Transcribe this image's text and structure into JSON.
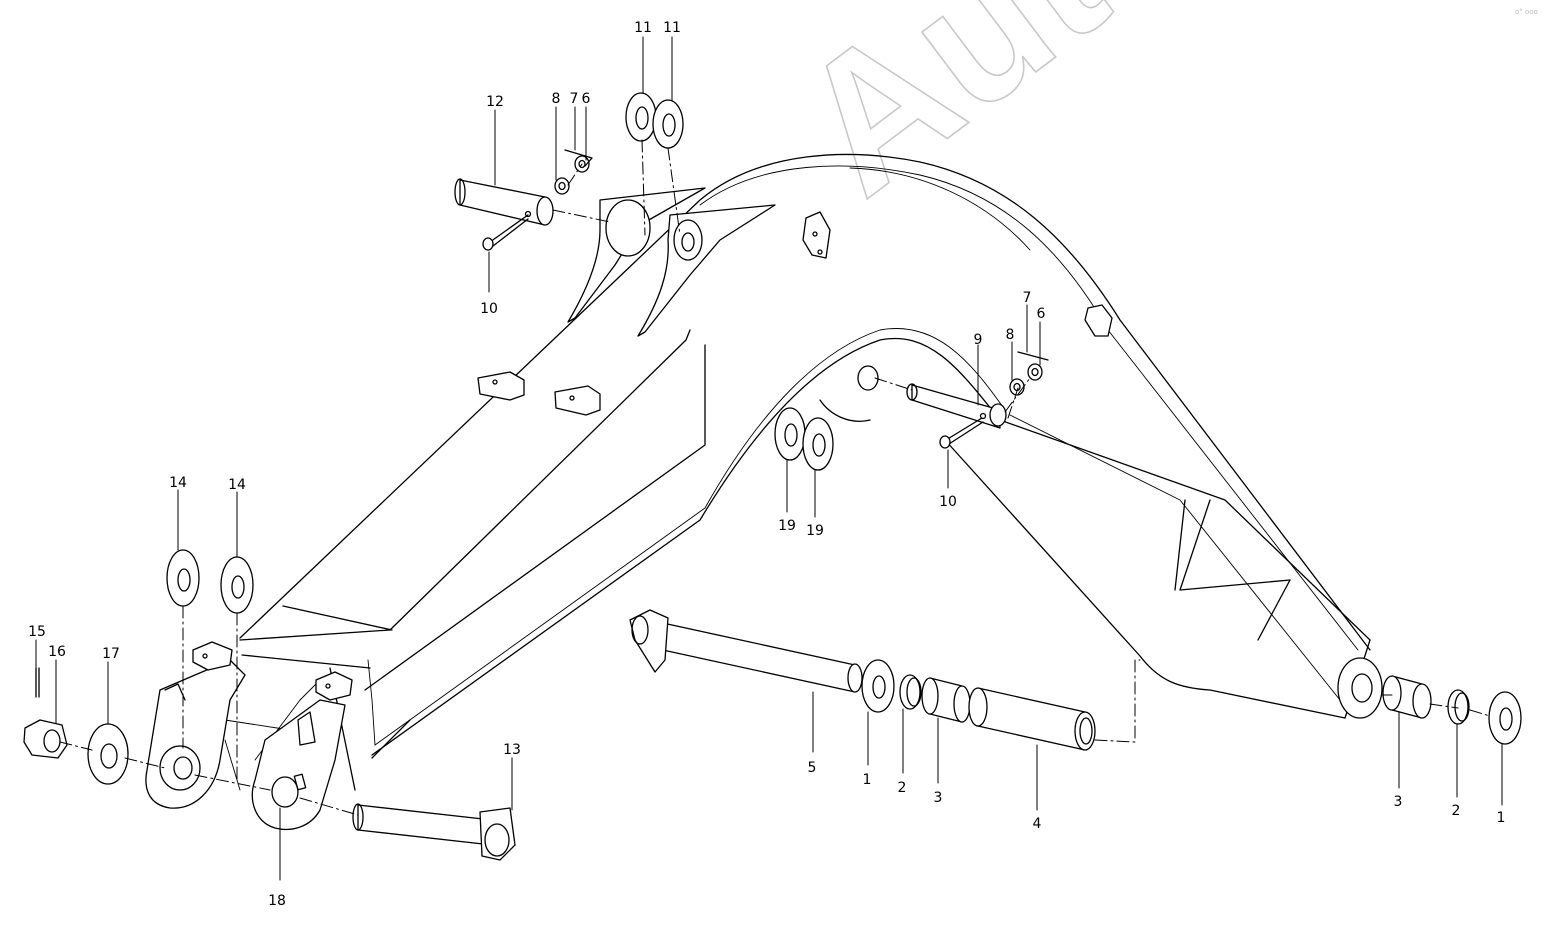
{
  "watermark": "AutoSoft",
  "corner_mark": "o° ooo",
  "callouts": [
    {
      "id": "c12",
      "text": "12"
    },
    {
      "id": "c8a",
      "text": "8"
    },
    {
      "id": "c7a",
      "text": "7"
    },
    {
      "id": "c6a",
      "text": "6"
    },
    {
      "id": "c11a",
      "text": "11"
    },
    {
      "id": "c11b",
      "text": "11"
    },
    {
      "id": "c10a",
      "text": "10"
    },
    {
      "id": "c7b",
      "text": "7"
    },
    {
      "id": "c8b",
      "text": "8"
    },
    {
      "id": "c6b",
      "text": "6"
    },
    {
      "id": "c9",
      "text": "9"
    },
    {
      "id": "c10b",
      "text": "10"
    },
    {
      "id": "c19a",
      "text": "19"
    },
    {
      "id": "c19b",
      "text": "19"
    },
    {
      "id": "c14a",
      "text": "14"
    },
    {
      "id": "c14b",
      "text": "14"
    },
    {
      "id": "c15",
      "text": "15"
    },
    {
      "id": "c16",
      "text": "16"
    },
    {
      "id": "c17",
      "text": "17"
    },
    {
      "id": "c13",
      "text": "13"
    },
    {
      "id": "c18",
      "text": "18"
    },
    {
      "id": "c5",
      "text": "5"
    },
    {
      "id": "c1a",
      "text": "1"
    },
    {
      "id": "c2a",
      "text": "2"
    },
    {
      "id": "c3a",
      "text": "3"
    },
    {
      "id": "c4",
      "text": "4"
    },
    {
      "id": "c3b",
      "text": "3"
    },
    {
      "id": "c2b",
      "text": "2"
    },
    {
      "id": "c1b",
      "text": "1"
    }
  ]
}
